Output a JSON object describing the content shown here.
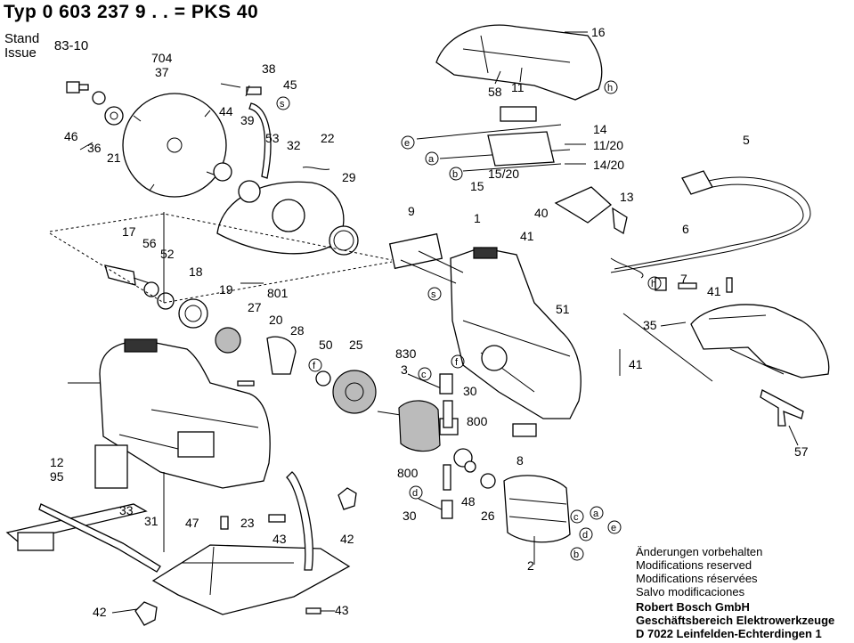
{
  "header": {
    "title": "Typ 0 603 237 9 . . = PKS 40",
    "stand_label": "Stand",
    "stand_value": "83-10",
    "issue_label": "Issue"
  },
  "notes": {
    "de": "Änderungen vorbehalten",
    "en": "Modifications reserved",
    "fr": "Modifications réservées",
    "es": "Salvo modificaciones"
  },
  "company": {
    "name": "Robert Bosch GmbH",
    "division": "Geschäftsbereich Elektrowerkzeuge",
    "address": "D 7022 Leinfelden-Echterdingen 1"
  },
  "callouts": [
    "16",
    "58",
    "11",
    "38",
    "45",
    "704",
    "37",
    "44",
    "39",
    "46",
    "36",
    "53",
    "32",
    "22",
    "21",
    "29",
    "14",
    "11/20",
    "14/20",
    "15/20",
    "15",
    "5",
    "40",
    "13",
    "9",
    "17",
    "56",
    "52",
    "18",
    "1",
    "41",
    "6",
    "19",
    "801",
    "27",
    "20",
    "28",
    "51",
    "7",
    "41",
    "830",
    "3",
    "30",
    "50",
    "25",
    "35",
    "41",
    "800",
    "12",
    "95",
    "8",
    "800",
    "48",
    "26",
    "30",
    "33",
    "31",
    "47",
    "23",
    "43",
    "42",
    "2",
    "57",
    "42",
    "43"
  ],
  "letters": [
    "s",
    "h",
    "e",
    "a",
    "b",
    "c",
    "f",
    "f",
    "s",
    "h",
    "c",
    "d",
    "d",
    "b",
    "a",
    "e"
  ]
}
